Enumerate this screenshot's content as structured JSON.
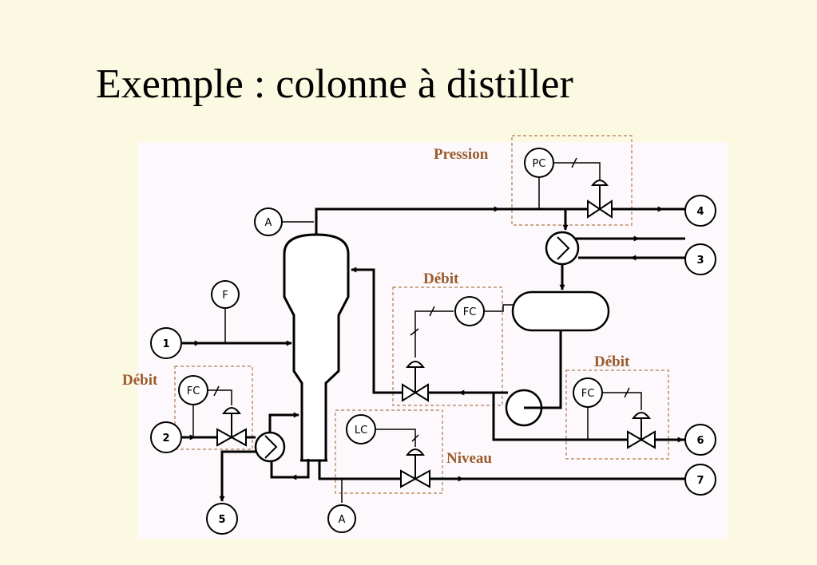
{
  "title": "Exemple : colonne à distiller",
  "colors": {
    "background": "#fbf9e2",
    "panel": "#fcf8fb",
    "annotation": "#9a5a2c",
    "line": "#000000"
  },
  "groups": {
    "pressure": "Pression",
    "flow_reflux": "Débit",
    "flow_feed": "Débit",
    "flow_product": "Débit",
    "level": "Niveau"
  },
  "instruments": {
    "pc": "PC",
    "fc_reflux": "FC",
    "fc_feed": "FC",
    "fc_product": "FC",
    "lc": "LC",
    "f": "F",
    "analyzer_top": "A",
    "analyzer_bottom": "A"
  },
  "streams": {
    "s1": "1",
    "s2": "2",
    "s3": "3",
    "s4": "4",
    "s5": "5",
    "s6": "6",
    "s7": "7"
  }
}
